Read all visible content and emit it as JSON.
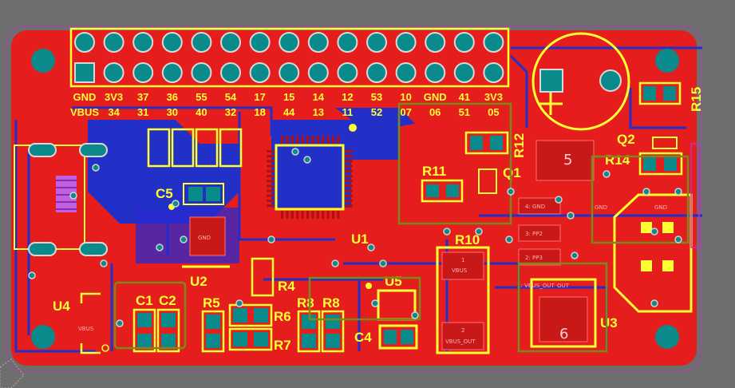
{
  "header_pins": {
    "top_row": [
      "GND",
      "3V3",
      "37",
      "36",
      "55",
      "54",
      "17",
      "15",
      "14",
      "12",
      "53",
      "10",
      "GND",
      "41",
      "3V3"
    ],
    "bottom_row": [
      "VBUS",
      "34",
      "31",
      "30",
      "40",
      "32",
      "18",
      "44",
      "13",
      "11",
      "52",
      "07",
      "06",
      "51",
      "05"
    ]
  },
  "refs": {
    "C1": "C1",
    "C2": "C2",
    "C4": "C4",
    "C5": "C5",
    "R4": "R4",
    "R5": "R5",
    "R6": "R6",
    "R7": "R7",
    "R8a": "R8",
    "R8b": "R8",
    "R10": "R10",
    "R11": "R11",
    "R12": "R12",
    "R14": "R14",
    "R15": "R15",
    "Q1": "Q1",
    "Q2": "Q2",
    "U1": "U1",
    "U2": "U2",
    "U3": "U3",
    "U4": "U4",
    "U5": "U5"
  },
  "fab": {
    "vbus_u4": "VBUS",
    "vbus_r10": "VBUS",
    "vbus_out": "VBUS_OUT",
    "pad1": "1",
    "pad2": "2",
    "u3_pad": "1: VBUS_OUT",
    "u3_out": "OUT",
    "q1_gnd": "4: GND",
    "q1_pp2": "3: PP2",
    "q1_pp3": "2: PP3",
    "gnd_right": "GND",
    "gnd_a": "GND",
    "s_top": "5",
    "s_bot": "6",
    "u2_gnd": "GND"
  },
  "colors": {
    "board": "#e51d1d",
    "bottom_copper": "#2230c8",
    "silkscreen": "#ffff33",
    "pad": "#0a8a8a",
    "overlay": "#7a8a1a",
    "outline": "#c030c0"
  }
}
